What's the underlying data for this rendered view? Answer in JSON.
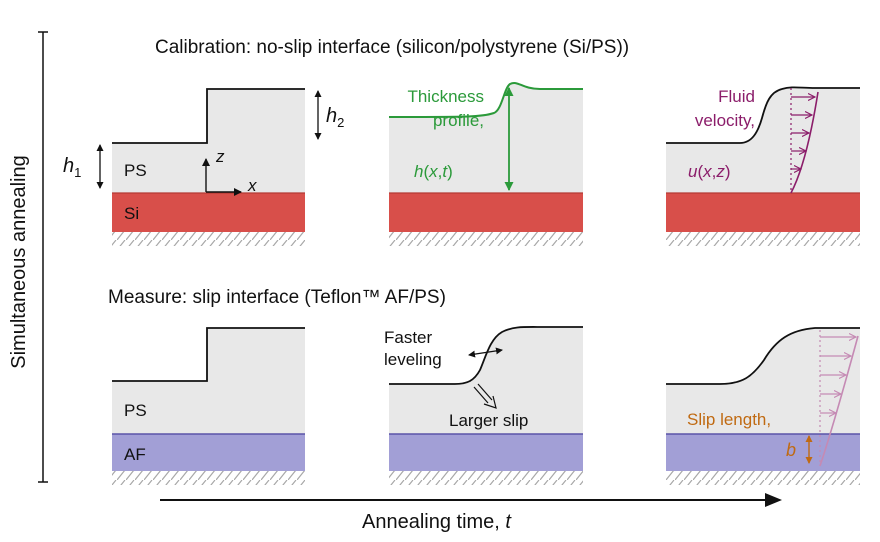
{
  "side_label": "Simultaneous annealing",
  "calibration_title": "Calibration: no-slip interface (silicon/polystyrene (Si/PS))",
  "measure_title": "Measure: slip interface (Teflon™ AF/PS)",
  "time_axis": {
    "label": "Annealing time, ",
    "var": "t"
  },
  "layers": {
    "film": "PS",
    "substrate_top": "Si",
    "substrate_bottom": "AF"
  },
  "dims": {
    "h1": "h",
    "h1_sub": "1",
    "h2": "h",
    "h2_sub": "2"
  },
  "axes": {
    "z": "z",
    "x": "x"
  },
  "thickness": {
    "line1": "Thickness",
    "line2": "profile,",
    "func": "h",
    "args_open": "(",
    "arg1": "x",
    "comma": ",",
    "arg2": "t",
    "args_close": ")"
  },
  "velocity": {
    "line1": "Fluid",
    "line2": "velocity,",
    "func": "u",
    "args_open": "(",
    "arg1": "x",
    "comma": ",",
    "arg2": "z",
    "args_close": ")"
  },
  "leveling": {
    "line1": "Faster",
    "line2": "leveling"
  },
  "slip": "Larger slip",
  "slip_length": {
    "label": "Slip length,",
    "symbol": "b"
  },
  "colors": {
    "si": "#d84f4a",
    "af": "#a29fd6",
    "af_line": "#5b54a8",
    "film": "#e8e8e8",
    "green": "#2b9a3a",
    "purple": "#8b1d6a",
    "pink": "#c58ab4",
    "orange": "#c06a12"
  }
}
